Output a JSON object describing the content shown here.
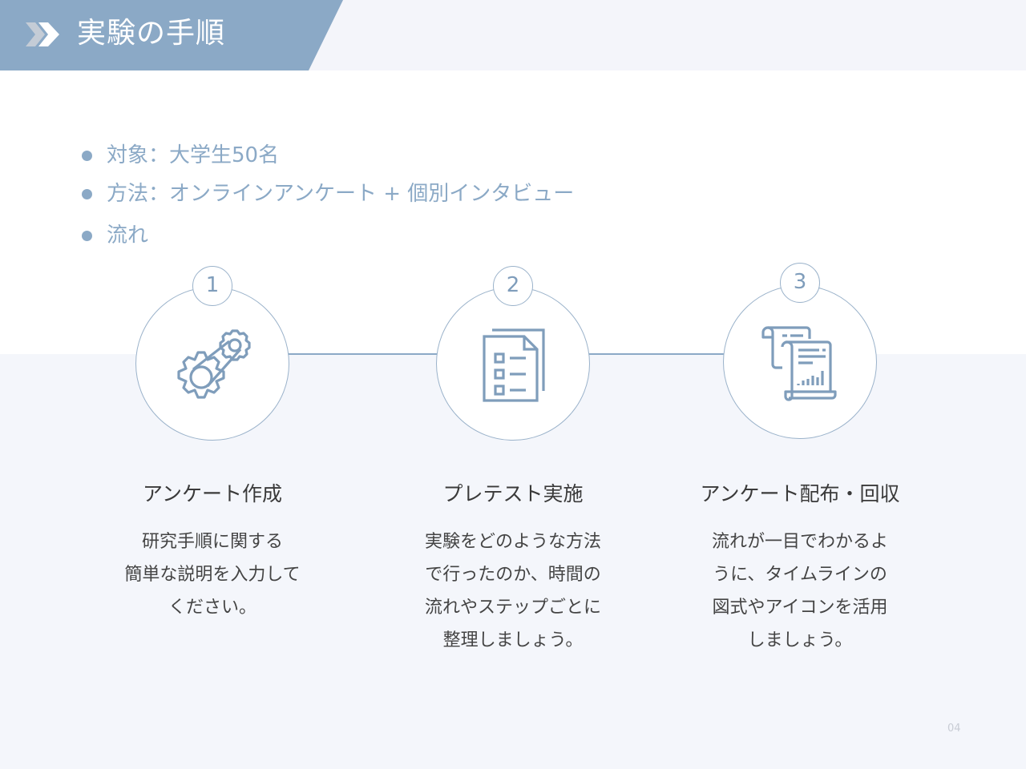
{
  "header": {
    "title": "実験の手順",
    "icon": "double-chevron-right-icon"
  },
  "bullets": [
    {
      "text": "対象：大学生50名"
    },
    {
      "text": "方法：オンラインアンケート + 個別インタビュー"
    },
    {
      "text": "流れ"
    }
  ],
  "steps": [
    {
      "number": "1",
      "icon": "gears-belt-icon",
      "title": "アンケート作成",
      "description": "研究手順に関する\n簡単な説明を入力して\nください。"
    },
    {
      "number": "2",
      "icon": "checklist-document-icon",
      "title": "プレテスト実施",
      "description": "実験をどのような方法\nで行ったのか、時間の\n流れやステップごとに\n整理しましょう。"
    },
    {
      "number": "3",
      "icon": "report-scroll-icon",
      "title": "アンケート配布・回収",
      "description": "流れが一目でわかるよ\nうに、タイムラインの\n図式やアイコンを活用\nしましょう。"
    }
  ],
  "footer": {
    "page_number": "04"
  },
  "colors": {
    "accent": "#8ba9c6",
    "header_band": "#f4f5fa",
    "lower_band": "#f4f6fb",
    "title_text": "#ffffff",
    "body_text": "#3a3a3a"
  }
}
